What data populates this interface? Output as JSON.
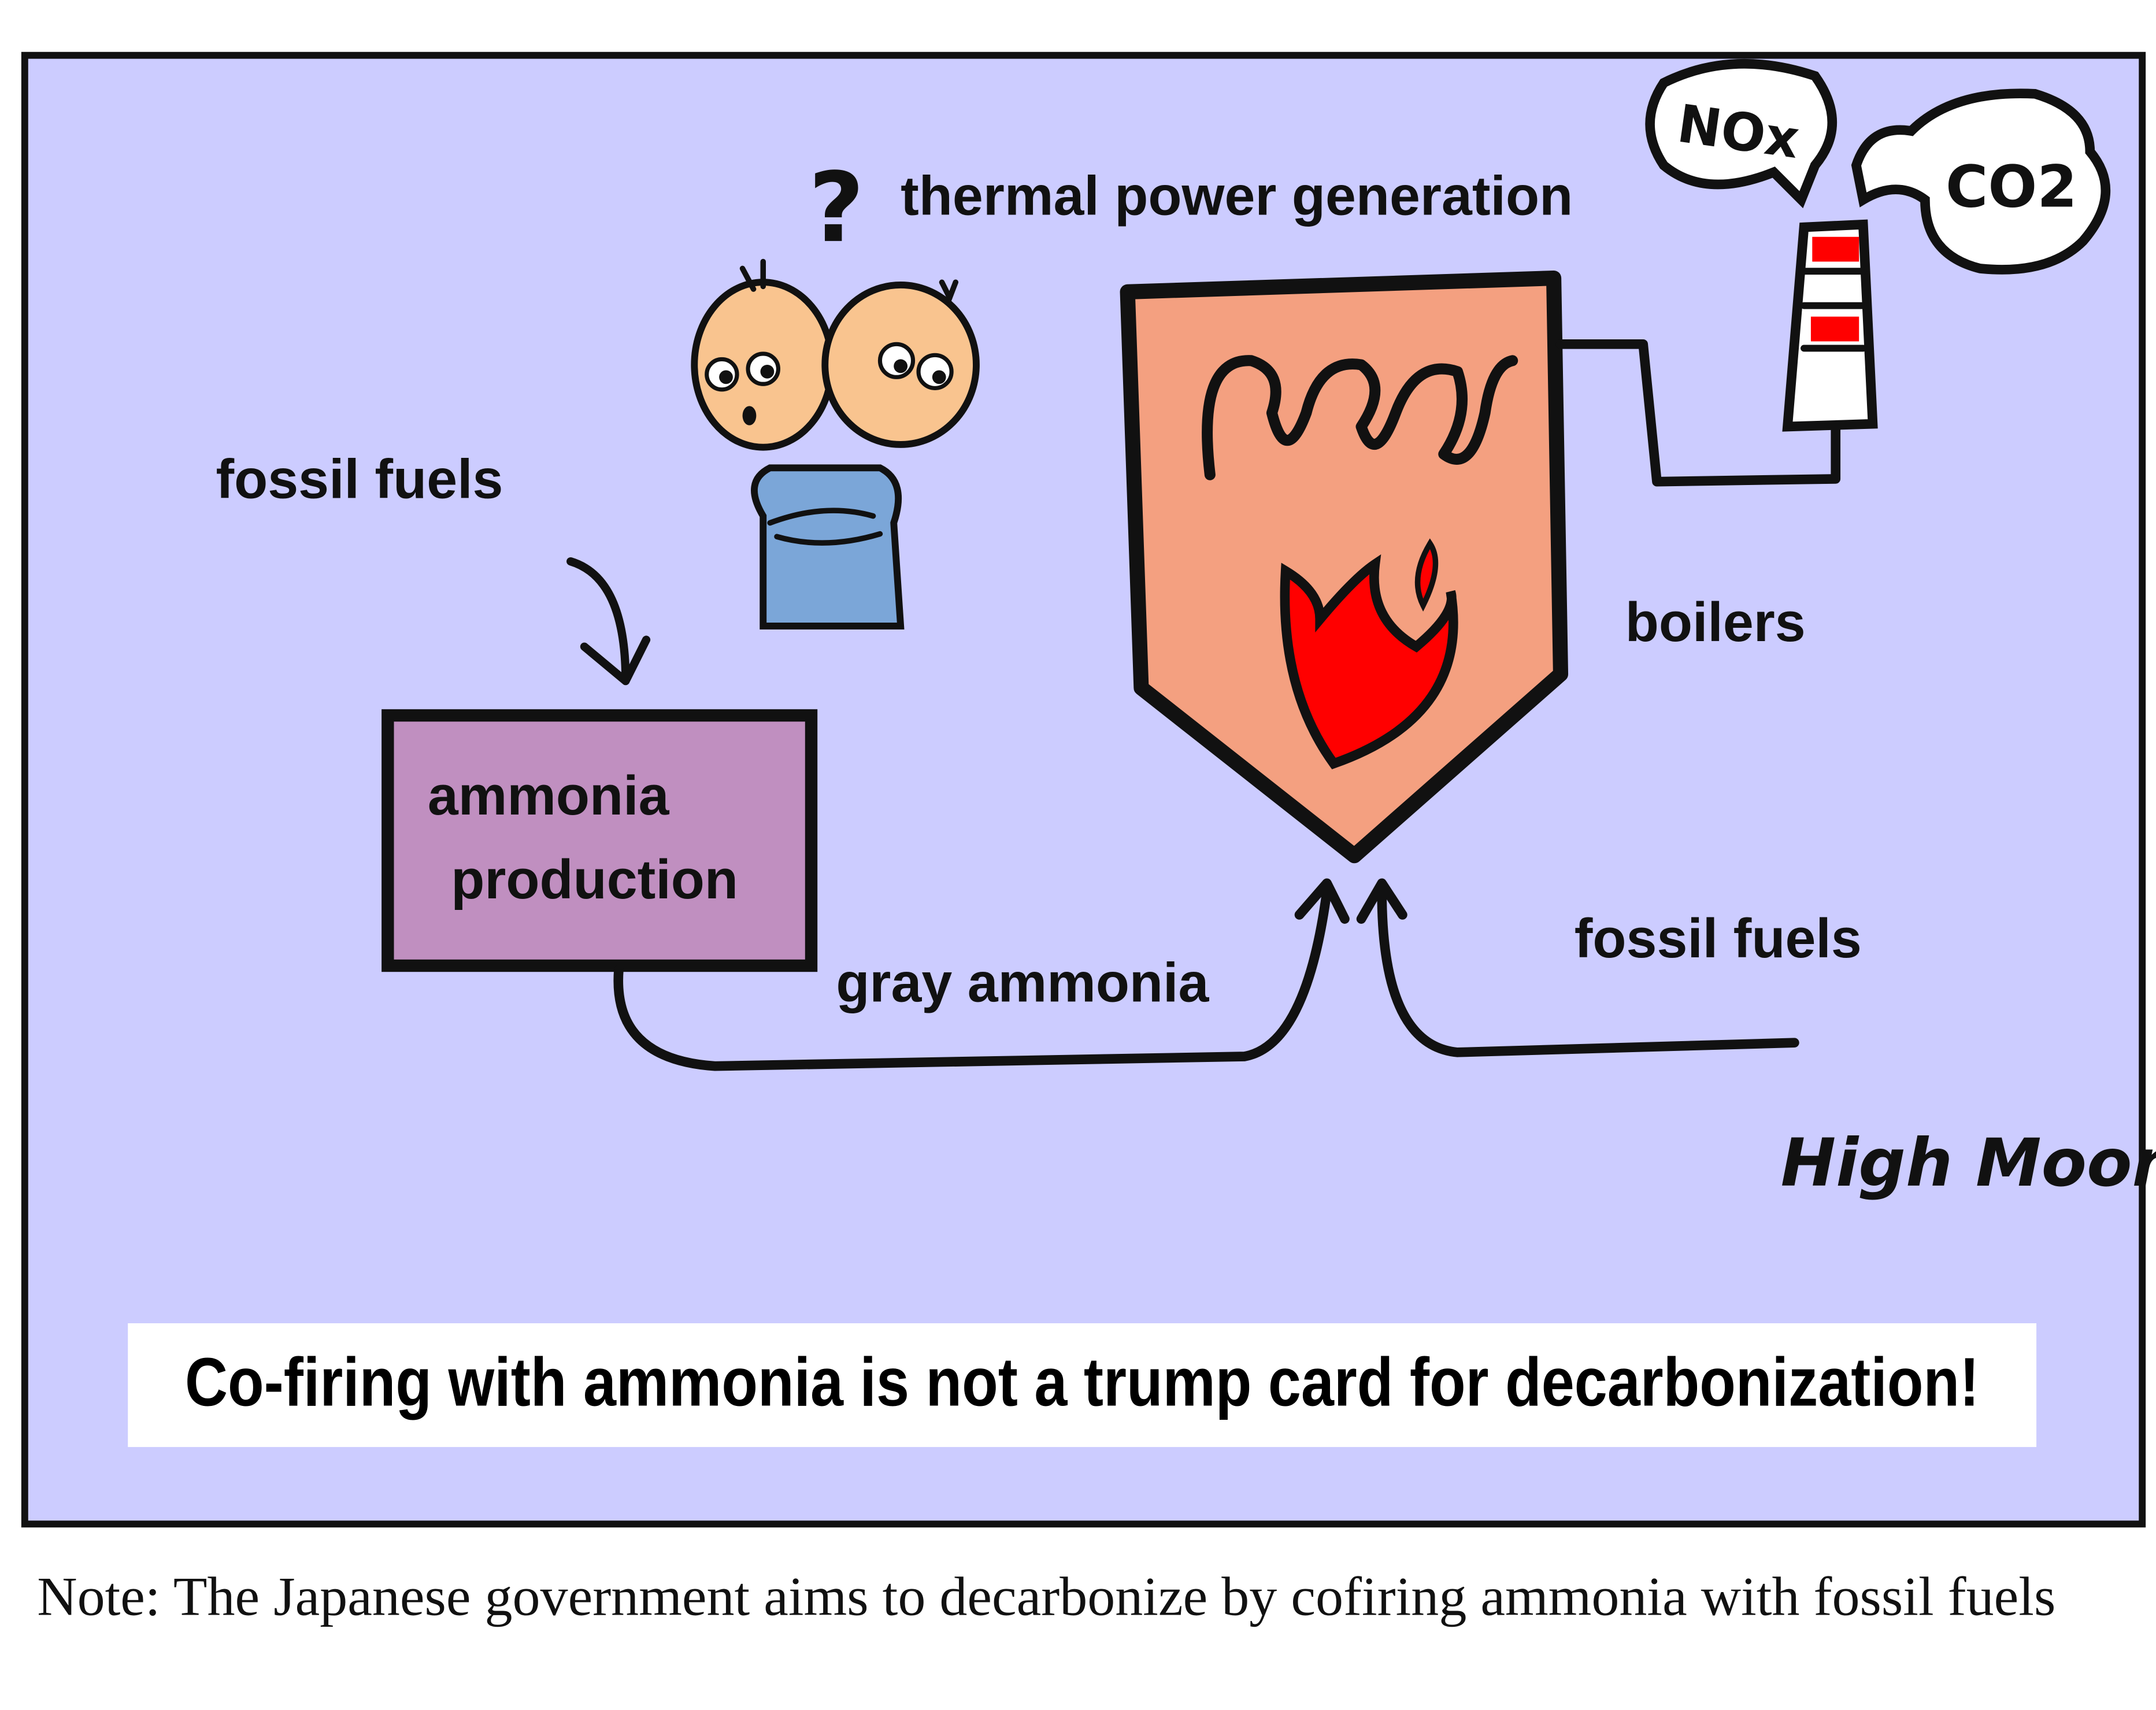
{
  "labels": {
    "thermal_power_generation": "thermal power generation",
    "fossil_fuels_top": "fossil fuels",
    "ammonia_production_line1": "ammonia",
    "ammonia_production_line2": "production",
    "gray_ammonia": "gray ammonia",
    "boilers": "boilers",
    "fossil_fuels_right": "fossil fuels",
    "question_mark": "?"
  },
  "speech_bubbles": {
    "nox": "NOx",
    "co2": "CO2"
  },
  "signature": "High Moon",
  "banner": "Co-firing with ammonia is not a trump card for decarbonization!",
  "note": "Note: The Japanese government aims to decarbonize by cofiring ammonia with fossil fuels",
  "colors": {
    "background": "#ccccff",
    "ammonia_box": "#c08fc0",
    "boiler": "#f4a080",
    "flame": "#ff0000",
    "person_skin": "#f9c48f",
    "person_shirt": "#7ba6d8"
  }
}
